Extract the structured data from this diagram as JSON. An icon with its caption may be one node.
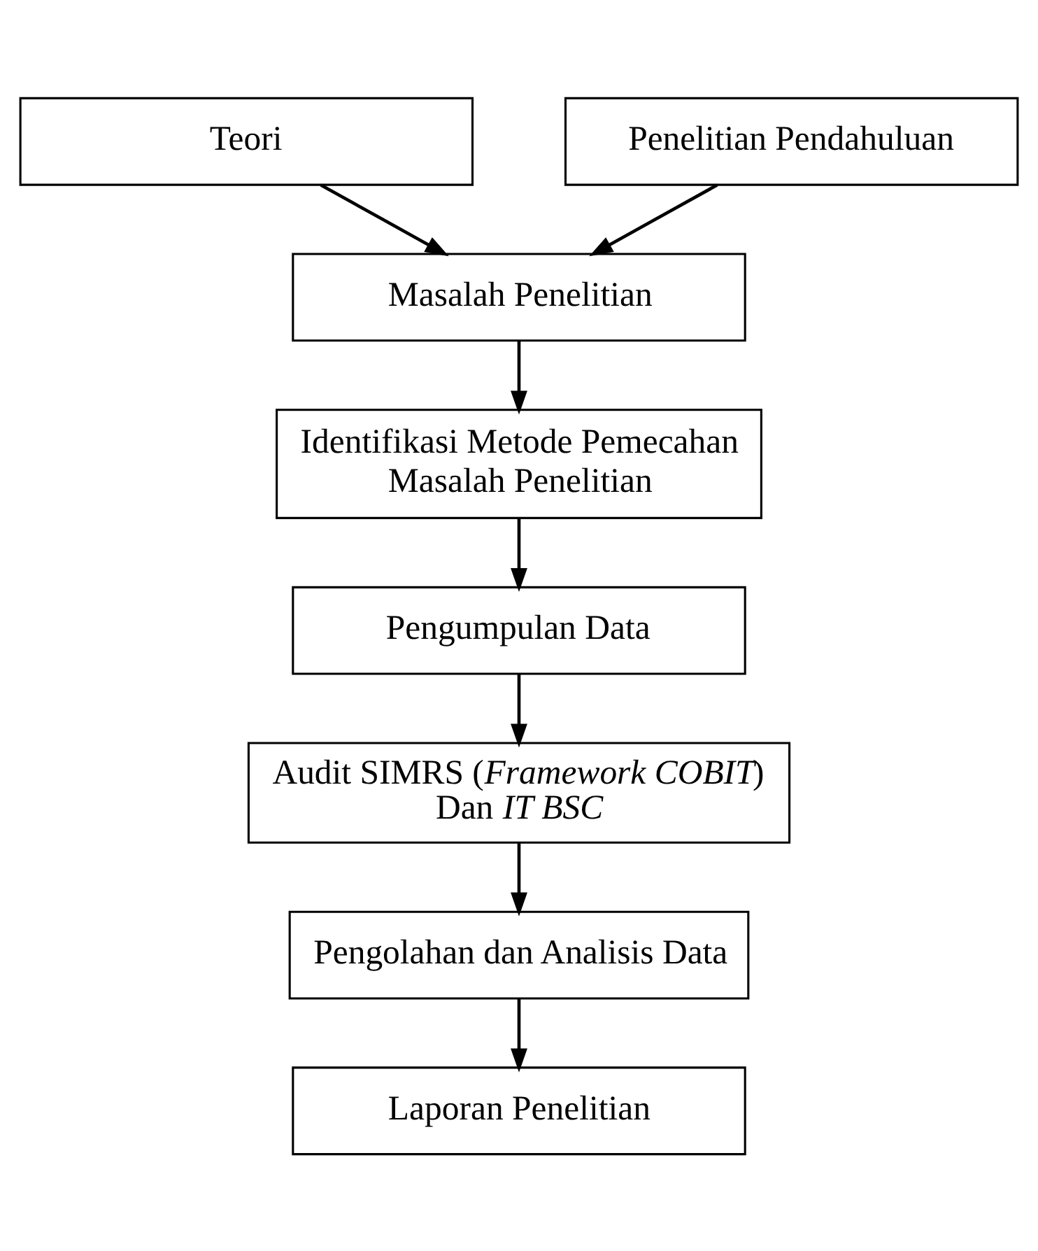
{
  "diagram": {
    "nodes": [
      {
        "text": [
          "Teori"
        ]
      },
      {
        "text": [
          "Penelitian Pendahuluan"
        ]
      },
      {
        "text": [
          "Masalah Penelitian"
        ]
      },
      {
        "text": [
          "Identifikasi Metode Pemecahan Masalah Penelitian"
        ]
      },
      {
        "text": [
          "Pengumpulan Data"
        ]
      },
      {
        "text": [
          "Audit SIMRS (*Framework COBIT*) Dan *IT BSC*"
        ]
      },
      {
        "text": [
          "Pengolahan dan Analisis Data"
        ]
      },
      {
        "text": [
          "Laporan Penelitian"
        ]
      }
    ],
    "edges": [
      {
        "from": 0,
        "to": 2,
        "arrow": "to"
      },
      {
        "from": 1,
        "to": 2,
        "arrow": "to"
      },
      {
        "from": 2,
        "to": 3,
        "arrow": "to"
      },
      {
        "from": 3,
        "to": 4,
        "arrow": "to"
      },
      {
        "from": 4,
        "to": 5,
        "arrow": "to"
      },
      {
        "from": 5,
        "to": 6,
        "arrow": "to"
      },
      {
        "from": 6,
        "to": 7,
        "arrow": "to"
      }
    ]
  }
}
